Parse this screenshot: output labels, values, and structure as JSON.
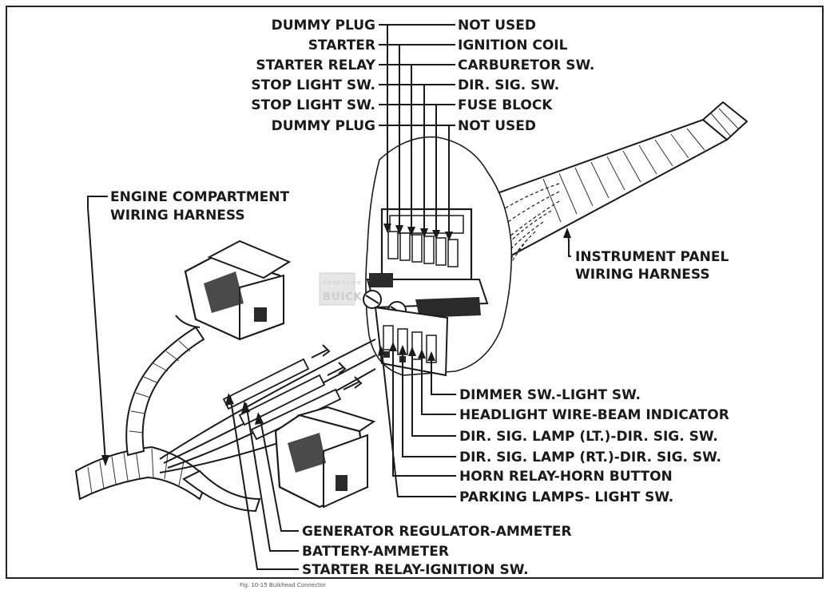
{
  "top_left_labels": [
    "DUMMY PLUG",
    "STARTER",
    "STARTER RELAY",
    "STOP LIGHT SW.",
    "STOP LIGHT SW.",
    "DUMMY PLUG"
  ],
  "top_right_labels": [
    "NOT USED",
    "IGNITION COIL",
    "CARBURETOR SW.",
    "DIR. SIG. SW.",
    "FUSE BLOCK",
    "NOT USED"
  ],
  "harness_labels": {
    "engine_line1": "ENGINE COMPARTMENT",
    "engine_line2": "WIRING HARNESS",
    "instrument_line1": "INSTRUMENT PANEL",
    "instrument_line2": "WIRING HARNESS"
  },
  "lower_right_labels": [
    "DIMMER SW.-LIGHT SW.",
    "HEADLIGHT WIRE-BEAM INDICATOR",
    "DIR. SIG. LAMP (LT.)-DIR. SIG. SW.",
    "DIR. SIG. LAMP (RT.)-DIR. SIG. SW.",
    "HORN RELAY-HORN BUTTON",
    "PARKING LAMPS- LIGHT SW."
  ],
  "bottom_labels": [
    "GENERATOR REGULATOR-AMMETER",
    "BATTERY-AMMETER",
    "STARTER RELAY-IGNITION SW."
  ],
  "watermark": {
    "line1": "HOMETOWN",
    "line2": "BUICK"
  },
  "caption": "Fig. 10-15 Bulkhead Connector"
}
